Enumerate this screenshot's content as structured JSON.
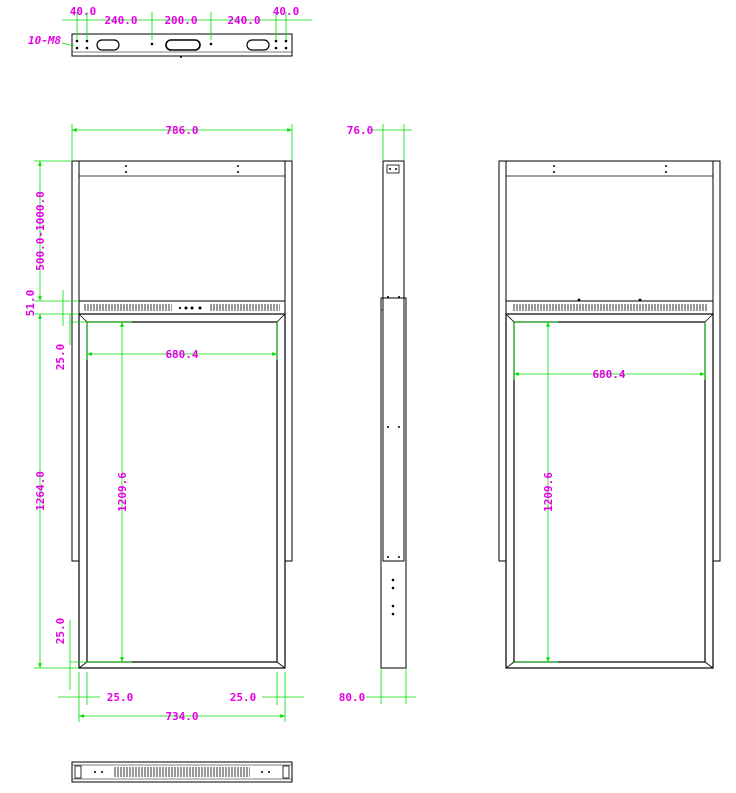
{
  "colors": {
    "dimension_text": "#e600e6",
    "dimension_line": "#00dd00",
    "outline": "#000000",
    "bg": "#ffffff"
  },
  "top_view": {
    "dim_40_left": "40.0",
    "dim_240_left": "240.0",
    "dim_200": "200.0",
    "dim_240_right": "240.0",
    "dim_40_right": "40.0",
    "holes": "10-M8"
  },
  "front_view": {
    "width": "786.0",
    "header_height": "500.0-1000.0",
    "band_height": "51.0",
    "inner_offset_top": "25.0",
    "screen_width": "680.4",
    "screen_height": "1209.6",
    "frame_height": "1264.0",
    "inner_offset_bottom": "25.0",
    "border_left": "25.0",
    "border_right": "25.0",
    "frame_width": "734.0"
  },
  "side_view": {
    "top_depth": "76.0",
    "bottom_depth": "80.0"
  },
  "rear_view": {
    "screen_width": "680.4",
    "screen_height": "1209.6"
  }
}
